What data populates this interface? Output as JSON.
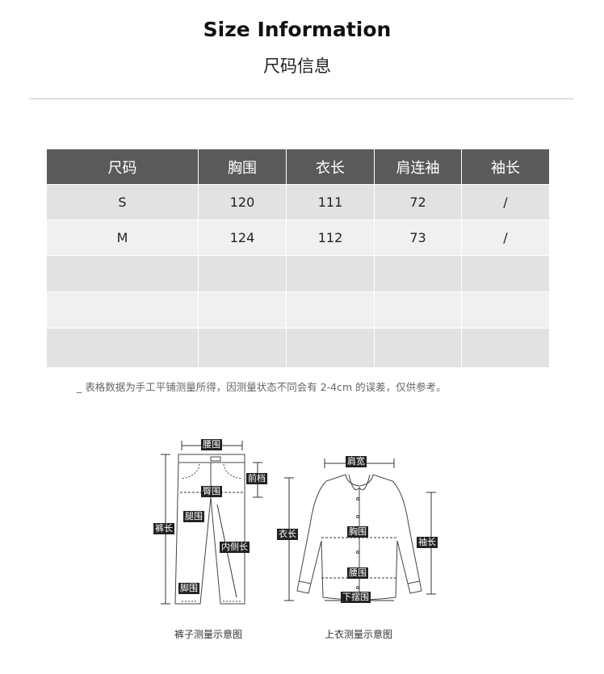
{
  "header": {
    "title": "Size Information",
    "subtitle": "尺码信息"
  },
  "size_table": {
    "columns": [
      "尺码",
      "胸围",
      "衣长",
      "肩连袖",
      "袖长"
    ],
    "rows": [
      [
        "S",
        "120",
        "111",
        "72",
        "/"
      ],
      [
        "M",
        "124",
        "112",
        "73",
        "/"
      ],
      [
        "",
        "",
        "",
        "",
        ""
      ],
      [
        "",
        "",
        "",
        "",
        ""
      ],
      [
        "",
        "",
        "",
        "",
        ""
      ]
    ]
  },
  "note": "_ 表格数据为手工平铺测量所得，因测量状态不同会有 2-4cm 的误差，仅供参考。",
  "pants_diagram": {
    "caption": "裤子测量示意图",
    "labels": {
      "waist": "腰围",
      "rise": "前档",
      "hip": "臀围",
      "thigh": "腿围",
      "length": "裤长",
      "inseam": "内侧长",
      "hem": "脚围"
    }
  },
  "top_diagram": {
    "caption": "上衣测量示意图",
    "labels": {
      "shoulder": "肩宽",
      "length": "衣长",
      "sleeve": "袖长",
      "chest": "胸围",
      "waist": "腰围",
      "hem": "下摆围"
    }
  },
  "colors": {
    "header_bg": "#5a5a5a",
    "row_dark": "#e2e2e2",
    "row_light": "#f0f0f0"
  }
}
